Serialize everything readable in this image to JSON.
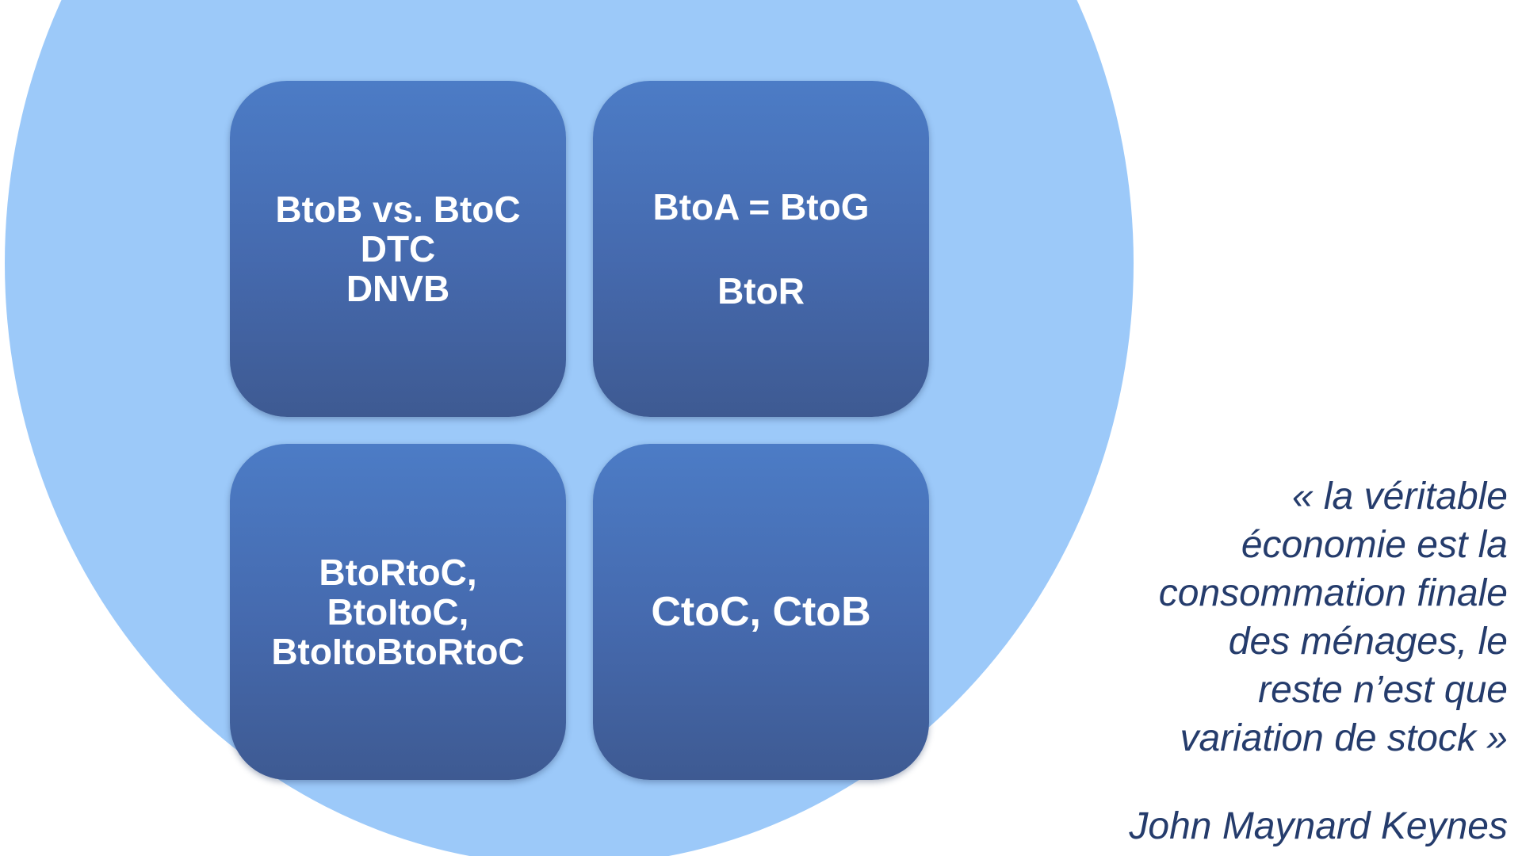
{
  "tiles": {
    "top_left": {
      "lines": [
        "BtoB vs. BtoC",
        "DTC",
        "DNVB"
      ]
    },
    "top_right": {
      "lines": [
        "BtoA = BtoG",
        "BtoR"
      ]
    },
    "bottom_left": {
      "lines": [
        "BtoRtoC,",
        "BtoItoC,",
        "BtoItoBtoRtoC"
      ]
    },
    "bottom_right": {
      "lines": [
        "CtoC, CtoB"
      ]
    }
  },
  "quote": {
    "lines": [
      "« la véritable",
      "économie est la",
      "consommation finale",
      "des ménages, le",
      "reste n’est que",
      "variation de stock »"
    ],
    "author": "John Maynard Keynes"
  },
  "colors": {
    "circle": "#9cc9f9",
    "tile_top": "#4c7cc6",
    "tile_bottom": "#3e5a92",
    "quote_text": "#253c6c"
  }
}
